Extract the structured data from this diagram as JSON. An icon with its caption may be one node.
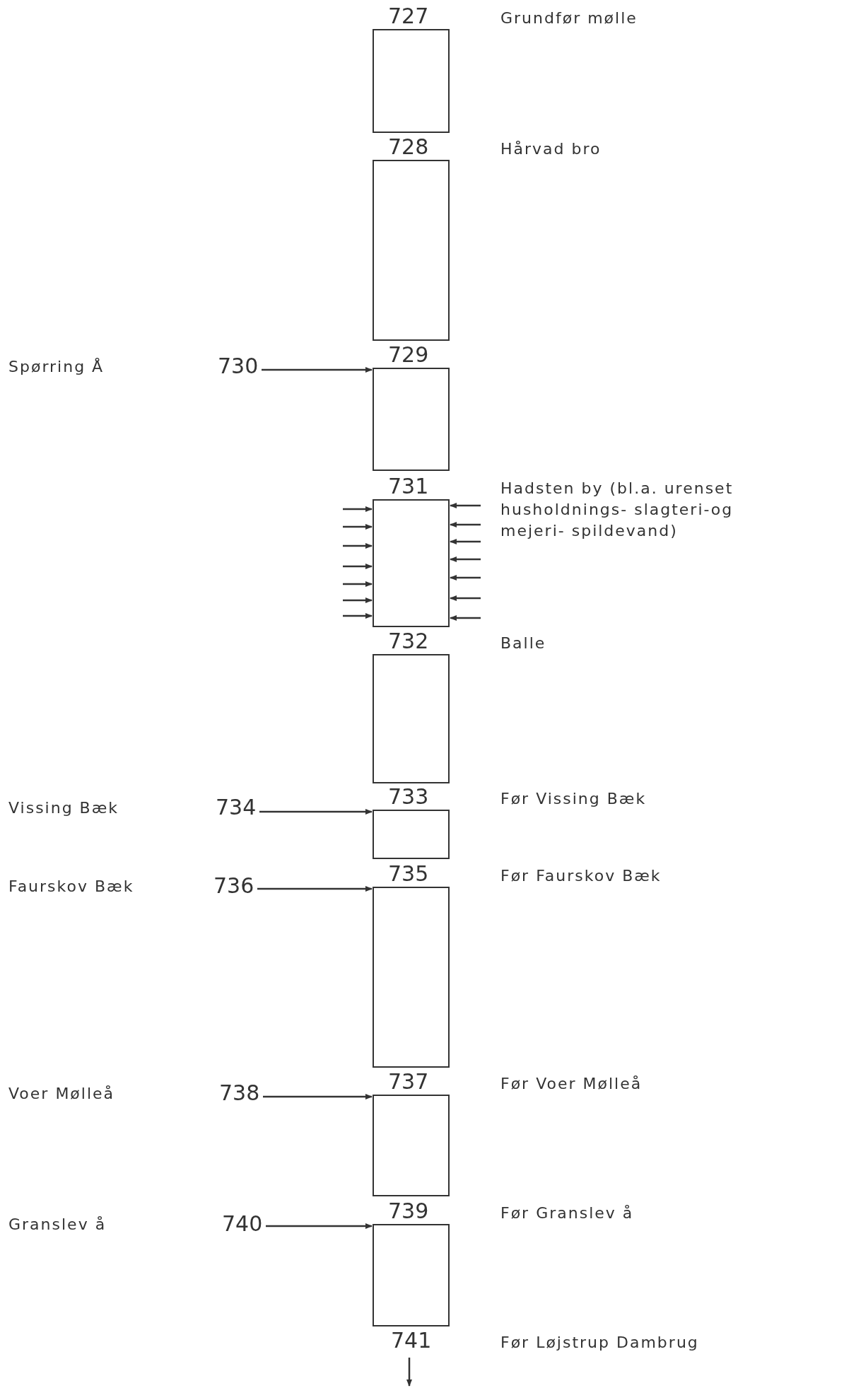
{
  "diagram": {
    "nodes": [
      {
        "text": [
          "727"
        ],
        "beside": [
          "Grundfør mølle"
        ]
      },
      {
        "text": [
          "728"
        ],
        "beside": [
          "Hårvad bro"
        ]
      },
      {
        "text": [
          "729"
        ]
      },
      {
        "text": [
          "731"
        ],
        "beside": [
          "Hadsten by (bl.a. urenset husholdnings- slagteri-og mejeri- spildevand)"
        ]
      },
      {
        "text": [
          "732"
        ],
        "beside": [
          "Balle"
        ]
      },
      {
        "text": [
          "733"
        ],
        "beside": [
          "Før Vissing Bæk"
        ]
      },
      {
        "text": [
          "735"
        ],
        "beside": [
          "Før Faurskov Bæk"
        ]
      },
      {
        "text": [
          "737"
        ],
        "beside": [
          "Før Voer Mølleå"
        ]
      },
      {
        "text": [
          "739"
        ],
        "beside": [
          "Før Granslev å"
        ]
      },
      {
        "text": [
          "741"
        ],
        "beside": [
          "Før Løjstrup Dambrug"
        ]
      },
      {
        "text": [
          "730"
        ],
        "beside": [
          "Spørring Å"
        ]
      },
      {
        "text": [
          "734"
        ],
        "beside": [
          "Vissing Bæk"
        ]
      },
      {
        "text": [
          "736"
        ],
        "beside": [
          "Faurskov Bæk"
        ]
      },
      {
        "text": [
          "738"
        ],
        "beside": [
          "Voer Mølleå"
        ]
      },
      {
        "text": [
          "740"
        ],
        "beside": [
          "Granslev å"
        ]
      }
    ],
    "edges": [
      {
        "from": 10,
        "to": 2,
        "arrow": "to"
      },
      {
        "from": null,
        "to": 3,
        "arrow": "to"
      },
      {
        "from": null,
        "to": 3,
        "arrow": "to"
      },
      {
        "from": null,
        "to": 3,
        "arrow": "to"
      },
      {
        "from": null,
        "to": 3,
        "arrow": "to"
      },
      {
        "from": null,
        "to": 3,
        "arrow": "to"
      },
      {
        "from": null,
        "to": 3,
        "arrow": "to"
      },
      {
        "from": null,
        "to": 3,
        "arrow": "to"
      },
      {
        "from": null,
        "to": 3,
        "arrow": "to"
      },
      {
        "from": null,
        "to": 3,
        "arrow": "to"
      },
      {
        "from": null,
        "to": 3,
        "arrow": "to"
      },
      {
        "from": null,
        "to": 3,
        "arrow": "to"
      },
      {
        "from": null,
        "to": 3,
        "arrow": "to"
      },
      {
        "from": null,
        "to": 3,
        "arrow": "to"
      },
      {
        "from": null,
        "to": 3,
        "arrow": "to"
      },
      {
        "from": 11,
        "to": 5,
        "arrow": "to"
      },
      {
        "from": 12,
        "to": 6,
        "arrow": "to"
      },
      {
        "from": 13,
        "to": 7,
        "arrow": "to"
      },
      {
        "from": 14,
        "to": 8,
        "arrow": "to"
      },
      {
        "from": 9,
        "to": null,
        "arrow": "to"
      }
    ]
  }
}
